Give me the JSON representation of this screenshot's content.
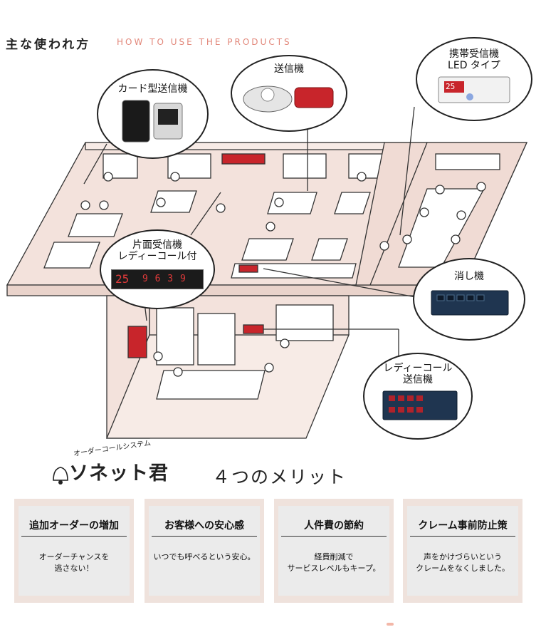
{
  "header": {
    "title": "主な使われ方",
    "subtitle": "HOW TO USE THE PRODUCTS"
  },
  "callouts": {
    "card_transmitter": "カード型送信機",
    "transmitter": "送信機",
    "mobile_receiver_l1": "携帯受信機",
    "mobile_receiver_l2": "LED タイプ",
    "single_receiver_l1": "片面受信機",
    "single_receiver_l2": "レディーコール付",
    "eraser": "消し機",
    "lady_call_l1": "レディーコール",
    "lady_call_l2": "送信機"
  },
  "devices": {
    "receiver_display": "25",
    "receiver_digits": "9 6 3 9",
    "mobile_display": "25"
  },
  "logo": {
    "sub": "オーダーコールシステム",
    "main": "ソネット君"
  },
  "merits_heading": "４つのメリット",
  "merits": [
    {
      "title": "追加オーダーの増加",
      "desc": "オーダーチャンスを\n逃さない！"
    },
    {
      "title": "お客様への安心感",
      "desc": "いつでも呼べるという安心。"
    },
    {
      "title": "人件費の節約",
      "desc": "経費削減で\nサービスレベルもキープ。"
    },
    {
      "title": "クレーム事前防止策",
      "desc": "声をかけづらいという\nクレームをなくしました。"
    }
  ],
  "colors": {
    "floor": "#f3e2dc",
    "wall": "#f7ebe6",
    "accent": "#e2877a",
    "device_red": "#c8252b",
    "panel_navy": "#1f3550"
  }
}
